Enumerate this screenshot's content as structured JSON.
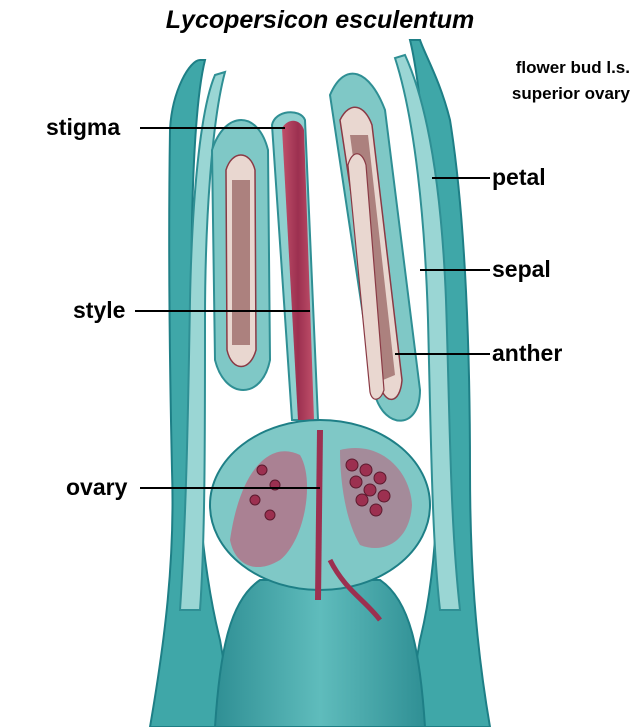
{
  "title": "Lycopersicon esculentum",
  "caption": {
    "line1": "flower bud l.s.",
    "line2": "superior ovary"
  },
  "labels": {
    "stigma": "stigma",
    "style": "style",
    "ovary": "ovary",
    "petal": "petal",
    "sepal": "sepal",
    "anther": "anther"
  },
  "colors": {
    "background": "#ffffff",
    "tissue_teal": "#3fa7a8",
    "tissue_light": "#8fd0cf",
    "tissue_dark": "#1e7f86",
    "stain_magenta": "#9c3050",
    "pollen": "#7a3a3a"
  }
}
